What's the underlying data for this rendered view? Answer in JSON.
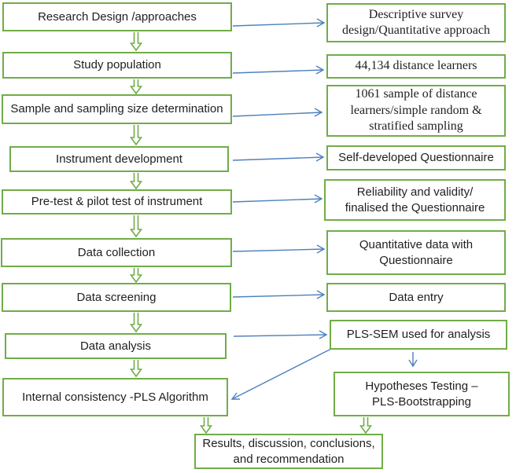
{
  "colors": {
    "box_border_green": "#70ad47",
    "green_arrow": "#70ad47",
    "blue_arrow": "#4f81bd",
    "text": "#1f1f1f",
    "background": "#ffffff"
  },
  "flowchart": {
    "left_column": [
      {
        "id": "research-design",
        "lines": [
          "Research Design /approaches"
        ]
      },
      {
        "id": "study-population",
        "lines": [
          "Study population"
        ]
      },
      {
        "id": "sampling-size",
        "lines": [
          "Sample and sampling size determination"
        ]
      },
      {
        "id": "instrument-development",
        "lines": [
          "Instrument development"
        ]
      },
      {
        "id": "pretest-pilot",
        "lines": [
          "Pre-test & pilot test of instrument"
        ]
      },
      {
        "id": "data-collection",
        "lines": [
          "Data collection"
        ]
      },
      {
        "id": "data-screening",
        "lines": [
          "Data screening"
        ]
      },
      {
        "id": "data-analysis",
        "lines": [
          "Data analysis"
        ]
      },
      {
        "id": "internal-consistency",
        "lines": [
          "Internal consistency -PLS Algorithm"
        ]
      }
    ],
    "right_column": [
      {
        "id": "descriptive-survey",
        "lines": [
          "Descriptive survey",
          "design/Quantitative approach"
        ]
      },
      {
        "id": "distance-learners",
        "lines": [
          "44,134 distance learners"
        ]
      },
      {
        "id": "sample-of-learners",
        "lines": [
          "1061 sample of distance",
          "learners/simple random &",
          "stratified sampling"
        ]
      },
      {
        "id": "self-developed",
        "lines": [
          "Self-developed Questionnaire"
        ]
      },
      {
        "id": "reliability-validity",
        "lines": [
          "Reliability and validity/",
          "finalised the Questionnaire"
        ]
      },
      {
        "id": "quantitative-data",
        "lines": [
          "Quantitative data with",
          "Questionnaire"
        ]
      },
      {
        "id": "data-entry",
        "lines": [
          "Data entry"
        ]
      },
      {
        "id": "pls-sem",
        "lines": [
          "PLS-SEM used for analysis"
        ]
      },
      {
        "id": "hypotheses-testing",
        "lines": [
          "Hypotheses Testing –",
          "PLS-Bootstrapping"
        ]
      }
    ],
    "bottom": {
      "id": "results",
      "lines": [
        "Results, discussion, conclusions,",
        "and recommendation"
      ]
    }
  }
}
